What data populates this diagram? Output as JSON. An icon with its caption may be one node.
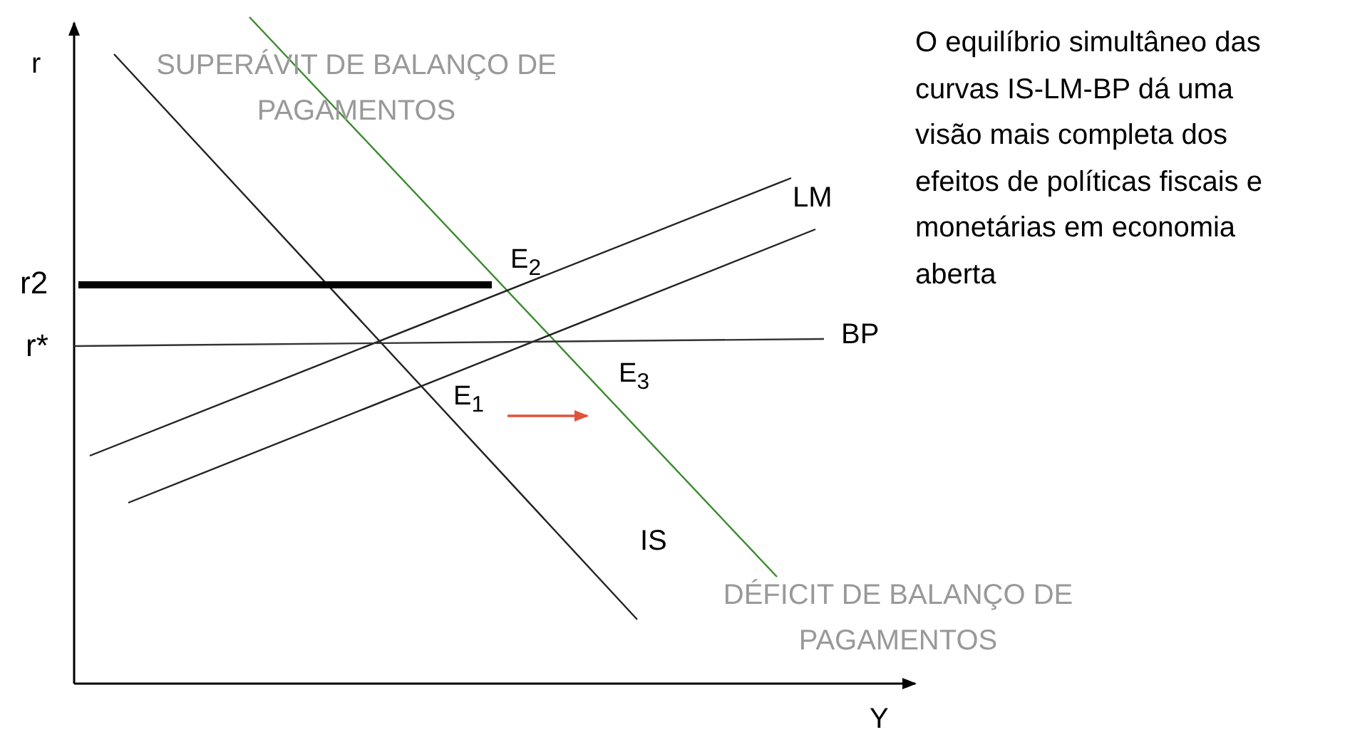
{
  "diagram": {
    "labels": [
      "r",
      "SUPERÁVIT DE BALANÇO DE PAGAMENTOS",
      "O equilíbrio simultâneo das curvas IS-LM-BP dá uma visão mais completa dos efeitos de políticas fiscais e monetárias em economia aberta",
      "LM",
      "r2",
      "E$_{2}$",
      "r*",
      "BP",
      "E$_{1}$",
      "E$_{3}$",
      "IS",
      "DÉFICIT DE BALANÇO DE PAGAMENTOS",
      "Y"
    ]
  }
}
